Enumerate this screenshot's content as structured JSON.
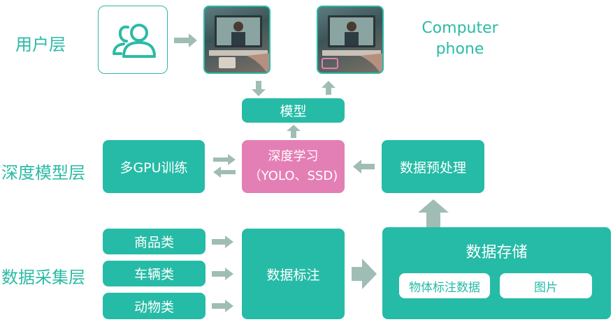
{
  "layers": {
    "user": "用户层",
    "model": "深度模型层",
    "data": "数据采集层"
  },
  "devices": {
    "line1": "Computer",
    "line2": "phone"
  },
  "boxes": {
    "model": "模型",
    "multi_gpu": "多GPU训练",
    "deep_learning_line1": "深度学习",
    "deep_learning_line2": "（YOLO、SSD)",
    "preprocess": "数据预处理",
    "goods": "商品类",
    "vehicle": "车辆类",
    "animal": "动物类",
    "annotation": "数据标注",
    "storage": "数据存储",
    "object_data": "物体标注数据",
    "images": "图片"
  },
  "colors": {
    "accent": "#26bba6",
    "pink": "#e47fb5",
    "arrow": "#9fbdb5"
  },
  "icons": {
    "user": "users-icon"
  }
}
